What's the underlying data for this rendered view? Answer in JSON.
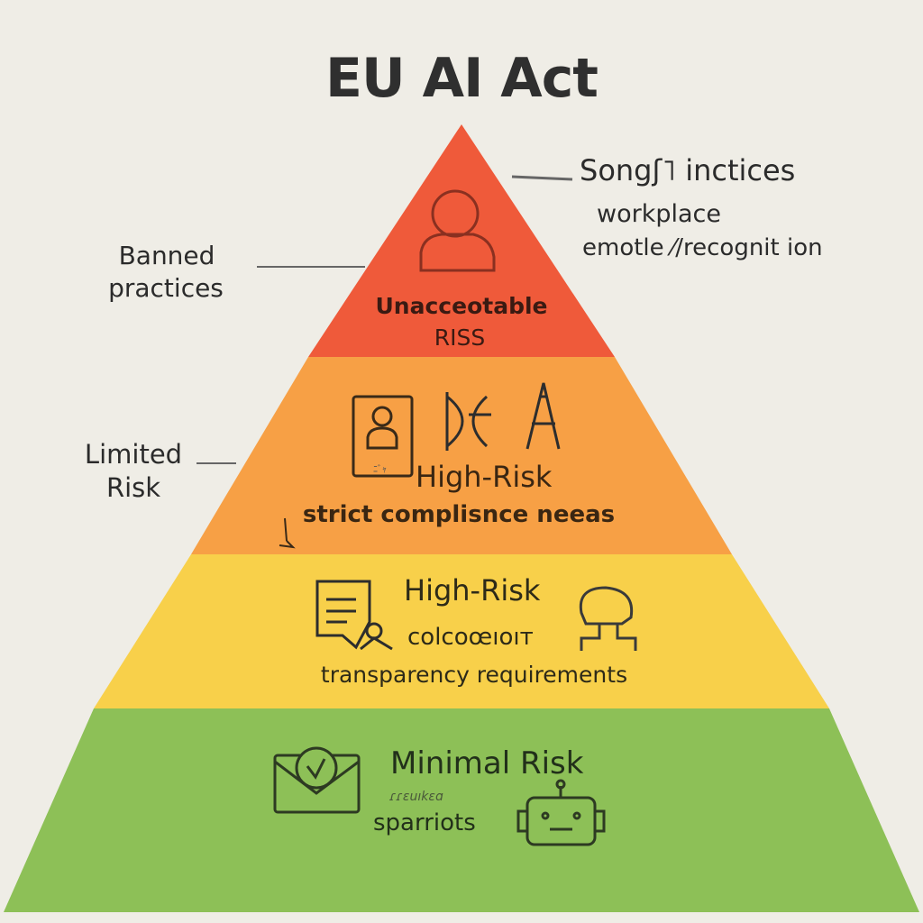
{
  "title": "EU AI Act",
  "colors": {
    "background": "#efede6",
    "unacceptable": "#ef5a3a",
    "high": "#f7a045",
    "limited": "#f8d04a",
    "minimal": "#8dc057",
    "text": "#2b2b2b"
  },
  "tiers": [
    {
      "label_line1": "Unacceotable",
      "label_line2": "RISS",
      "icon": "person-icon"
    },
    {
      "label": "High-Risk",
      "sublabel": "strict complisnce neeas",
      "icons": [
        "id-card-icon",
        "dna-icon",
        "tower-icon"
      ],
      "badge_text": "ﾆﾞｬ"
    },
    {
      "label": "High-Risk",
      "sublabel": "colcoœıoıт",
      "description": "transparency requirements",
      "icons": [
        "document-icon",
        "chatbot-head-icon"
      ]
    },
    {
      "label": "Minimal Risk",
      "scribble": "ɾɾɛuıkɛɑ",
      "sublabel": "sparriots",
      "icons": [
        "mail-check-icon",
        "robot-icon"
      ]
    }
  ],
  "annotations": {
    "left_top": {
      "line1": "Banned",
      "line2": "practices"
    },
    "left_mid": {
      "line1": "Limited",
      "line2": "Risk"
    },
    "right_top": {
      "line1": "Songʃ˥ inctices",
      "line2": "workplace",
      "line3": "emotle ⁄/recognit ion"
    }
  }
}
